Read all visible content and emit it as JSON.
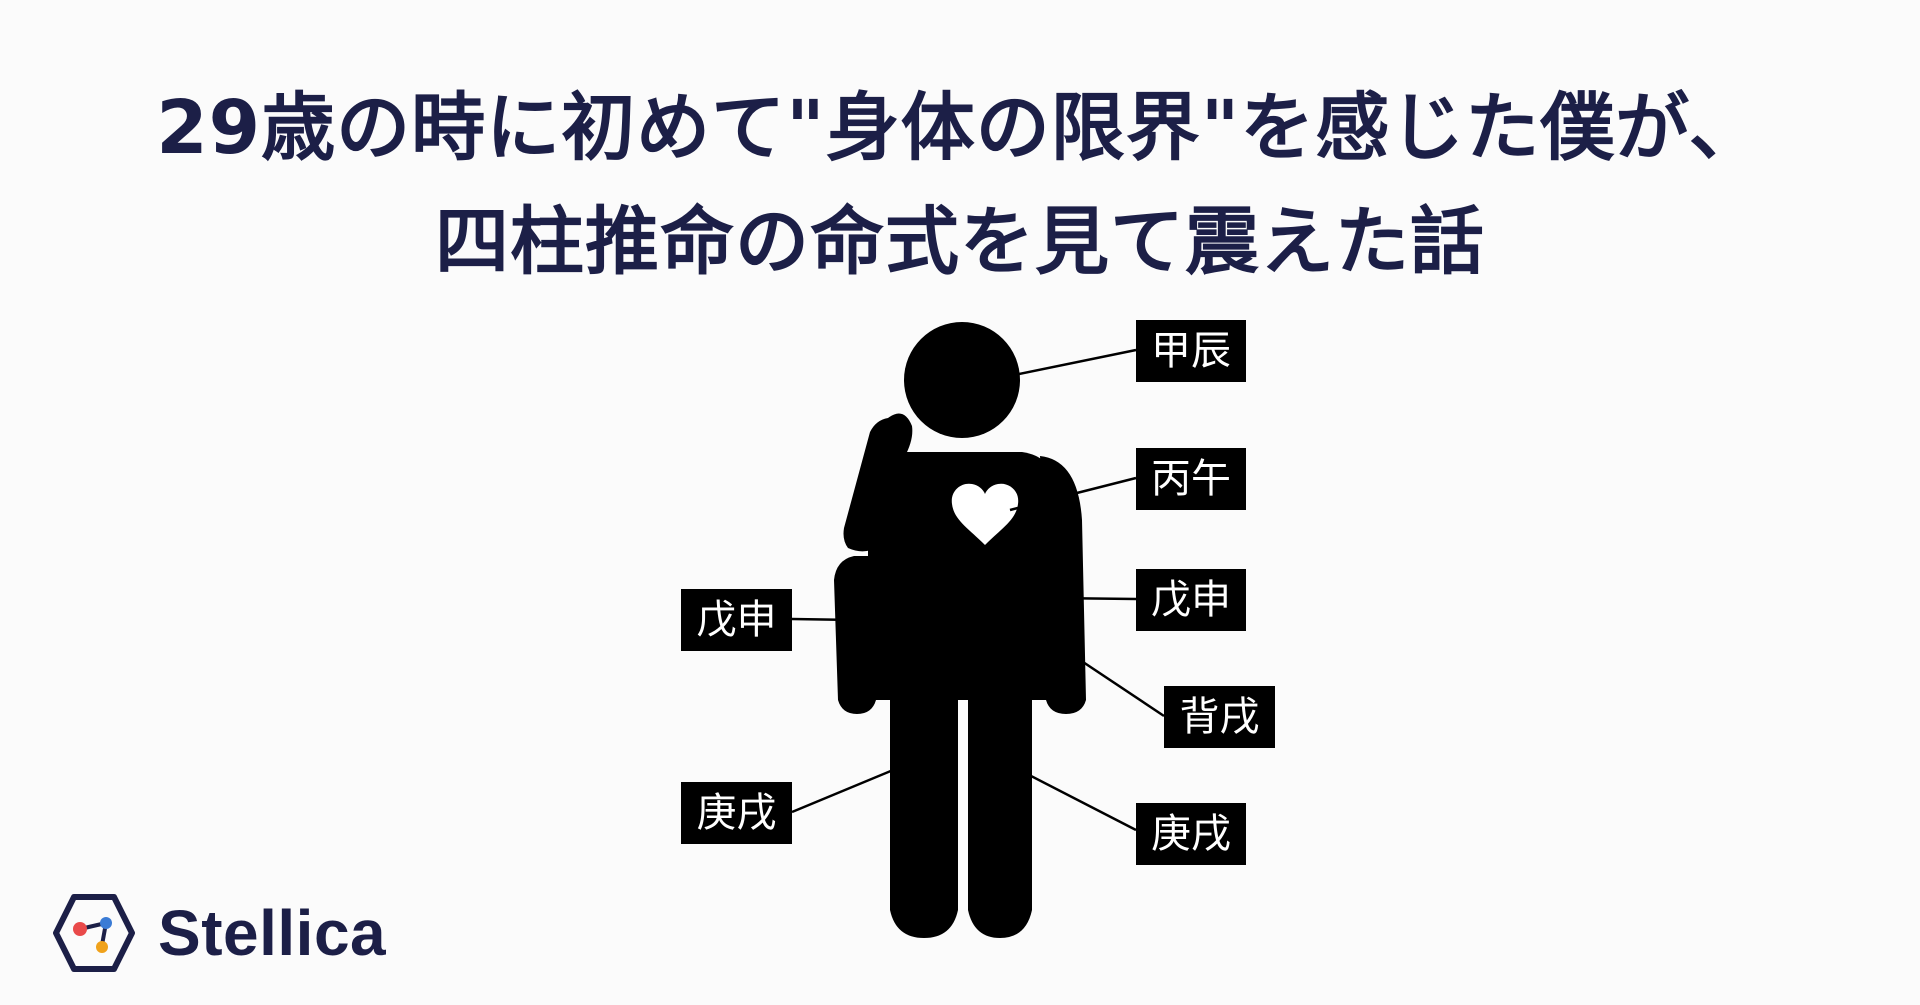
{
  "title": {
    "line1": "29歳の時に初めて\"身体の限界\"を感じた僕が、",
    "line2": "四柱推命の命式を見て震えた話"
  },
  "labels": {
    "head": "甲辰",
    "heart": "丙午",
    "torso": "戊申",
    "arm": "戊申",
    "back": "背戌",
    "leg_left": "庚戌",
    "leg_right": "庚戌"
  },
  "brand": {
    "name": "Stellica",
    "icon": "hexagon-molecule-icon",
    "icon_colors": [
      "#e94a4a",
      "#3a7bd5",
      "#f0a21b"
    ]
  },
  "colors": {
    "title": "#1c1f47",
    "figure": "#000000",
    "tag_text": "#ffffff",
    "background": "#fbfbfb"
  }
}
